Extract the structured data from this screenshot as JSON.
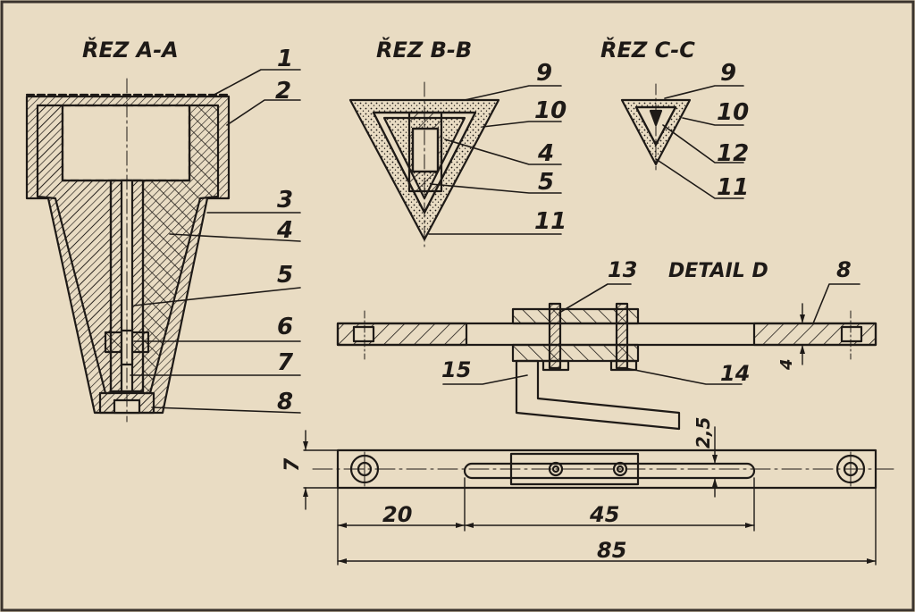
{
  "titles": {
    "section_aa": "ŘEZ A-A",
    "section_bb": "ŘEZ B-B",
    "section_cc": "ŘEZ C-C",
    "detail_d": "DETAIL D"
  },
  "labels_aa": [
    "1",
    "2",
    "3",
    "4",
    "5",
    "6",
    "7",
    "8"
  ],
  "labels_bb": [
    "9",
    "10",
    "4",
    "5",
    "11"
  ],
  "labels_cc": [
    "9",
    "10",
    "12",
    "11"
  ],
  "labels_detail": {
    "part_13": "13",
    "part_8": "8",
    "part_15": "15",
    "part_14": "14",
    "thickness": "4"
  },
  "dimensions": {
    "slot_width": "2,5",
    "bar_width": "7",
    "hole_offset": "20",
    "slot_length": "45",
    "overall_length": "85"
  },
  "colors": {
    "paper": "#e9dcc3",
    "ink": "#1e1a17"
  }
}
